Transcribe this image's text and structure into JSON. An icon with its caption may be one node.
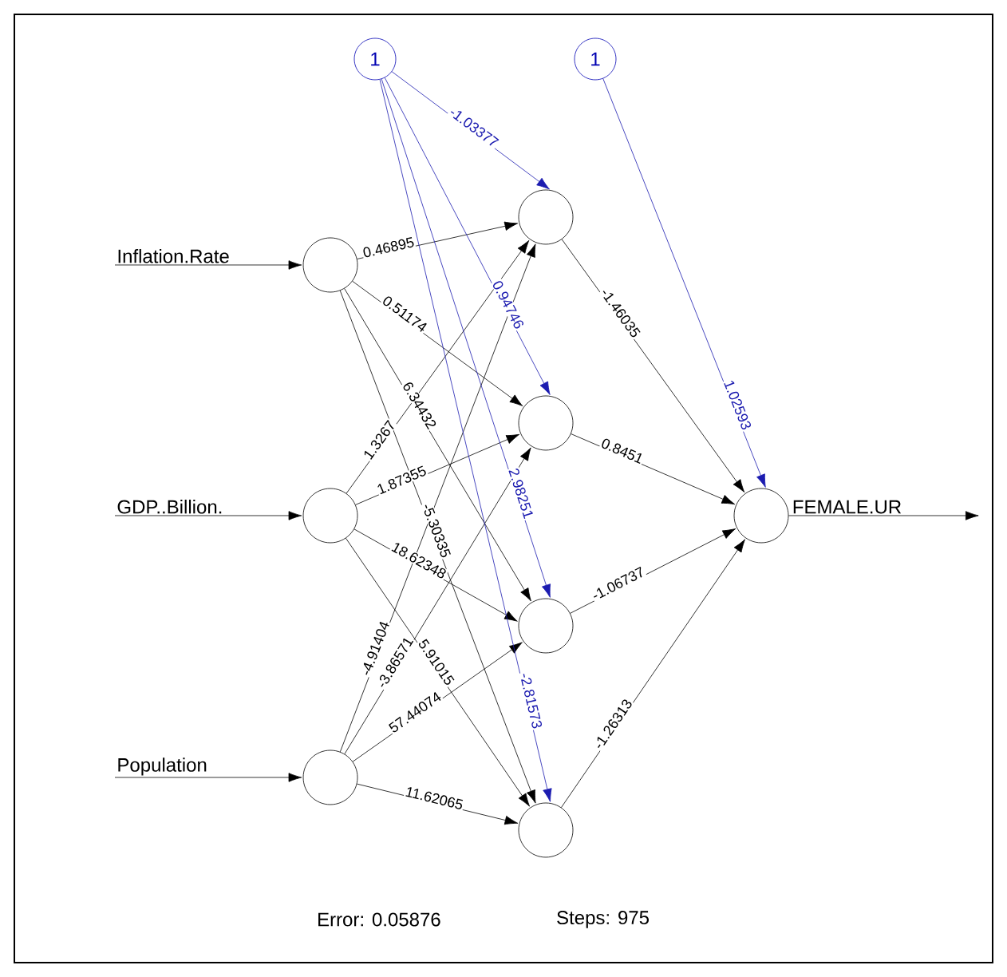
{
  "diagram": {
    "nodes": [
      {
        "text": [],
        "shape": "circle"
      },
      {
        "text": [],
        "shape": "circle"
      },
      {
        "text": [],
        "shape": "circle"
      },
      {
        "text": [],
        "shape": "circle"
      },
      {
        "text": [],
        "shape": "circle"
      },
      {
        "text": [],
        "shape": "circle"
      },
      {
        "text": [],
        "shape": "circle"
      },
      {
        "text": [],
        "shape": "circle"
      },
      {
        "text": [
          "1"
        ]
      },
      {
        "text": [
          "1"
        ]
      }
    ],
    "edges": [
      {
        "from": null,
        "to": 0,
        "arrow": "to",
        "label": "Inflation.Rate"
      },
      {
        "from": null,
        "to": 1,
        "arrow": "to",
        "label": "GDP..Billion."
      },
      {
        "from": null,
        "to": 2,
        "arrow": "to",
        "label": "Population"
      },
      {
        "from": 0,
        "to": 3,
        "arrow": "to",
        "label": "0.46895"
      },
      {
        "from": 0,
        "to": 4,
        "arrow": "to",
        "label": "0.51174"
      },
      {
        "from": 0,
        "to": 5,
        "arrow": "to",
        "label": "6.34432"
      },
      {
        "from": 0,
        "to": 6,
        "arrow": "to",
        "label": "-5.30335"
      },
      {
        "from": 1,
        "to": 3,
        "arrow": "to",
        "label": "1.3267"
      },
      {
        "from": 1,
        "to": 4,
        "arrow": "to",
        "label": "1.87355"
      },
      {
        "from": 1,
        "to": 5,
        "arrow": "to",
        "label": "18.62348"
      },
      {
        "from": 1,
        "to": 6,
        "arrow": "to",
        "label": "5.91015"
      },
      {
        "from": 2,
        "to": 3,
        "arrow": "to",
        "label": "-4.91404"
      },
      {
        "from": 2,
        "to": 4,
        "arrow": "to",
        "label": "-3.86571"
      },
      {
        "from": 2,
        "to": 5,
        "arrow": "to",
        "label": "57.44074"
      },
      {
        "from": 2,
        "to": 6,
        "arrow": "to",
        "label": "11.62065"
      },
      {
        "from": 8,
        "to": 3,
        "arrow": "to",
        "label": "-1.03377",
        "color": "#1c1cb0"
      },
      {
        "from": 8,
        "to": 4,
        "arrow": "to",
        "label": "0.94746",
        "color": "#1c1cb0"
      },
      {
        "from": 8,
        "to": 5,
        "arrow": "to",
        "label": "2.98251",
        "color": "#1c1cb0"
      },
      {
        "from": 8,
        "to": 6,
        "arrow": "to",
        "label": "-2.81573",
        "color": "#1c1cb0"
      },
      {
        "from": 9,
        "to": 7,
        "arrow": "to",
        "label": "1.02593",
        "color": "#1c1cb0"
      },
      {
        "from": 3,
        "to": 7,
        "arrow": "to",
        "label": "-1.46035"
      },
      {
        "from": 4,
        "to": 7,
        "arrow": "to",
        "label": "0.8451"
      },
      {
        "from": 5,
        "to": 7,
        "arrow": "to",
        "label": "-1.06737"
      },
      {
        "from": 6,
        "to": 7,
        "arrow": "to",
        "label": "-1.26313"
      },
      {
        "from": 7,
        "to": null,
        "arrow": "to",
        "label": "FEMALE.UR"
      }
    ],
    "labels": [
      "Error: 0.05876",
      "Steps: 975"
    ]
  }
}
